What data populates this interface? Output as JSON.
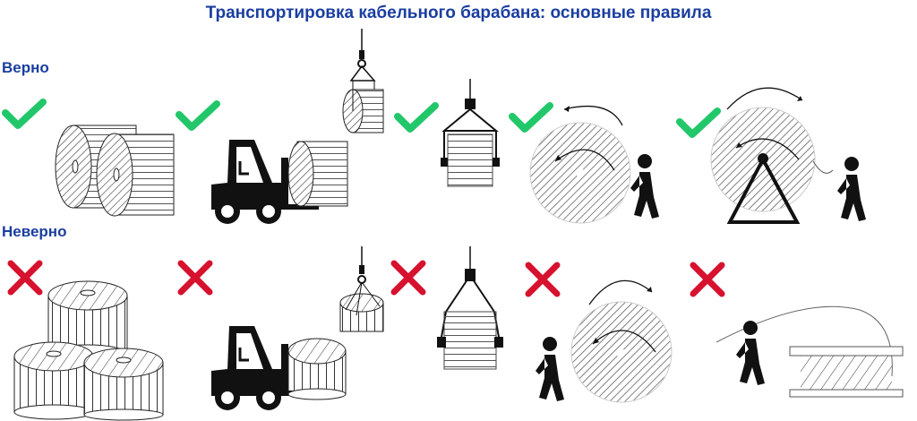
{
  "title": "Транспортировка кабельного барабана: основные правила",
  "rows": {
    "correct": {
      "label": "Верно",
      "mark": "check-icon",
      "color": "#22c76a"
    },
    "incorrect": {
      "label": "Неверно",
      "mark": "cross-icon",
      "color": "#d6122e"
    }
  },
  "colors": {
    "title": "#1a3ea0",
    "ink": "#111111"
  },
  "panels_correct": [
    "drums-standing-on-edge",
    "forklift-drum-on-edge",
    "crane-drum-axis-bar",
    "crane-spreader-drum",
    "roll-drum-correct-direction",
    "unwind-drum-on-stand"
  ],
  "panels_incorrect": [
    "drums-stacked-flat",
    "forklift-drum-flat",
    "crane-drum-flat",
    "crane-spreader-crushing-flanges",
    "roll-drum-wrong-direction",
    "pull-cable-from-flat-drum"
  ]
}
